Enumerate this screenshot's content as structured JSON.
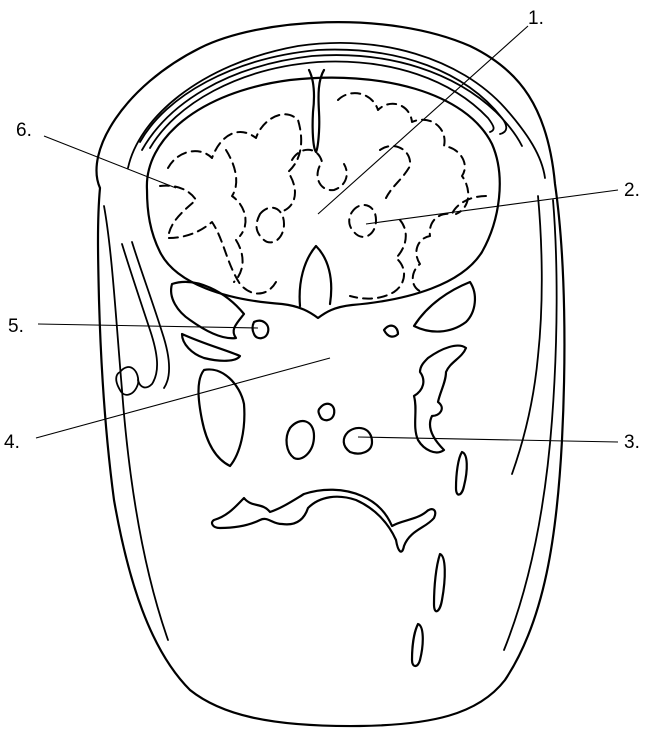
{
  "labels": [
    {
      "id": "1",
      "text": "1."
    },
    {
      "id": "2",
      "text": "2."
    },
    {
      "id": "3",
      "text": "3."
    },
    {
      "id": "4",
      "text": "4."
    },
    {
      "id": "5",
      "text": "5."
    },
    {
      "id": "6",
      "text": "6."
    }
  ]
}
